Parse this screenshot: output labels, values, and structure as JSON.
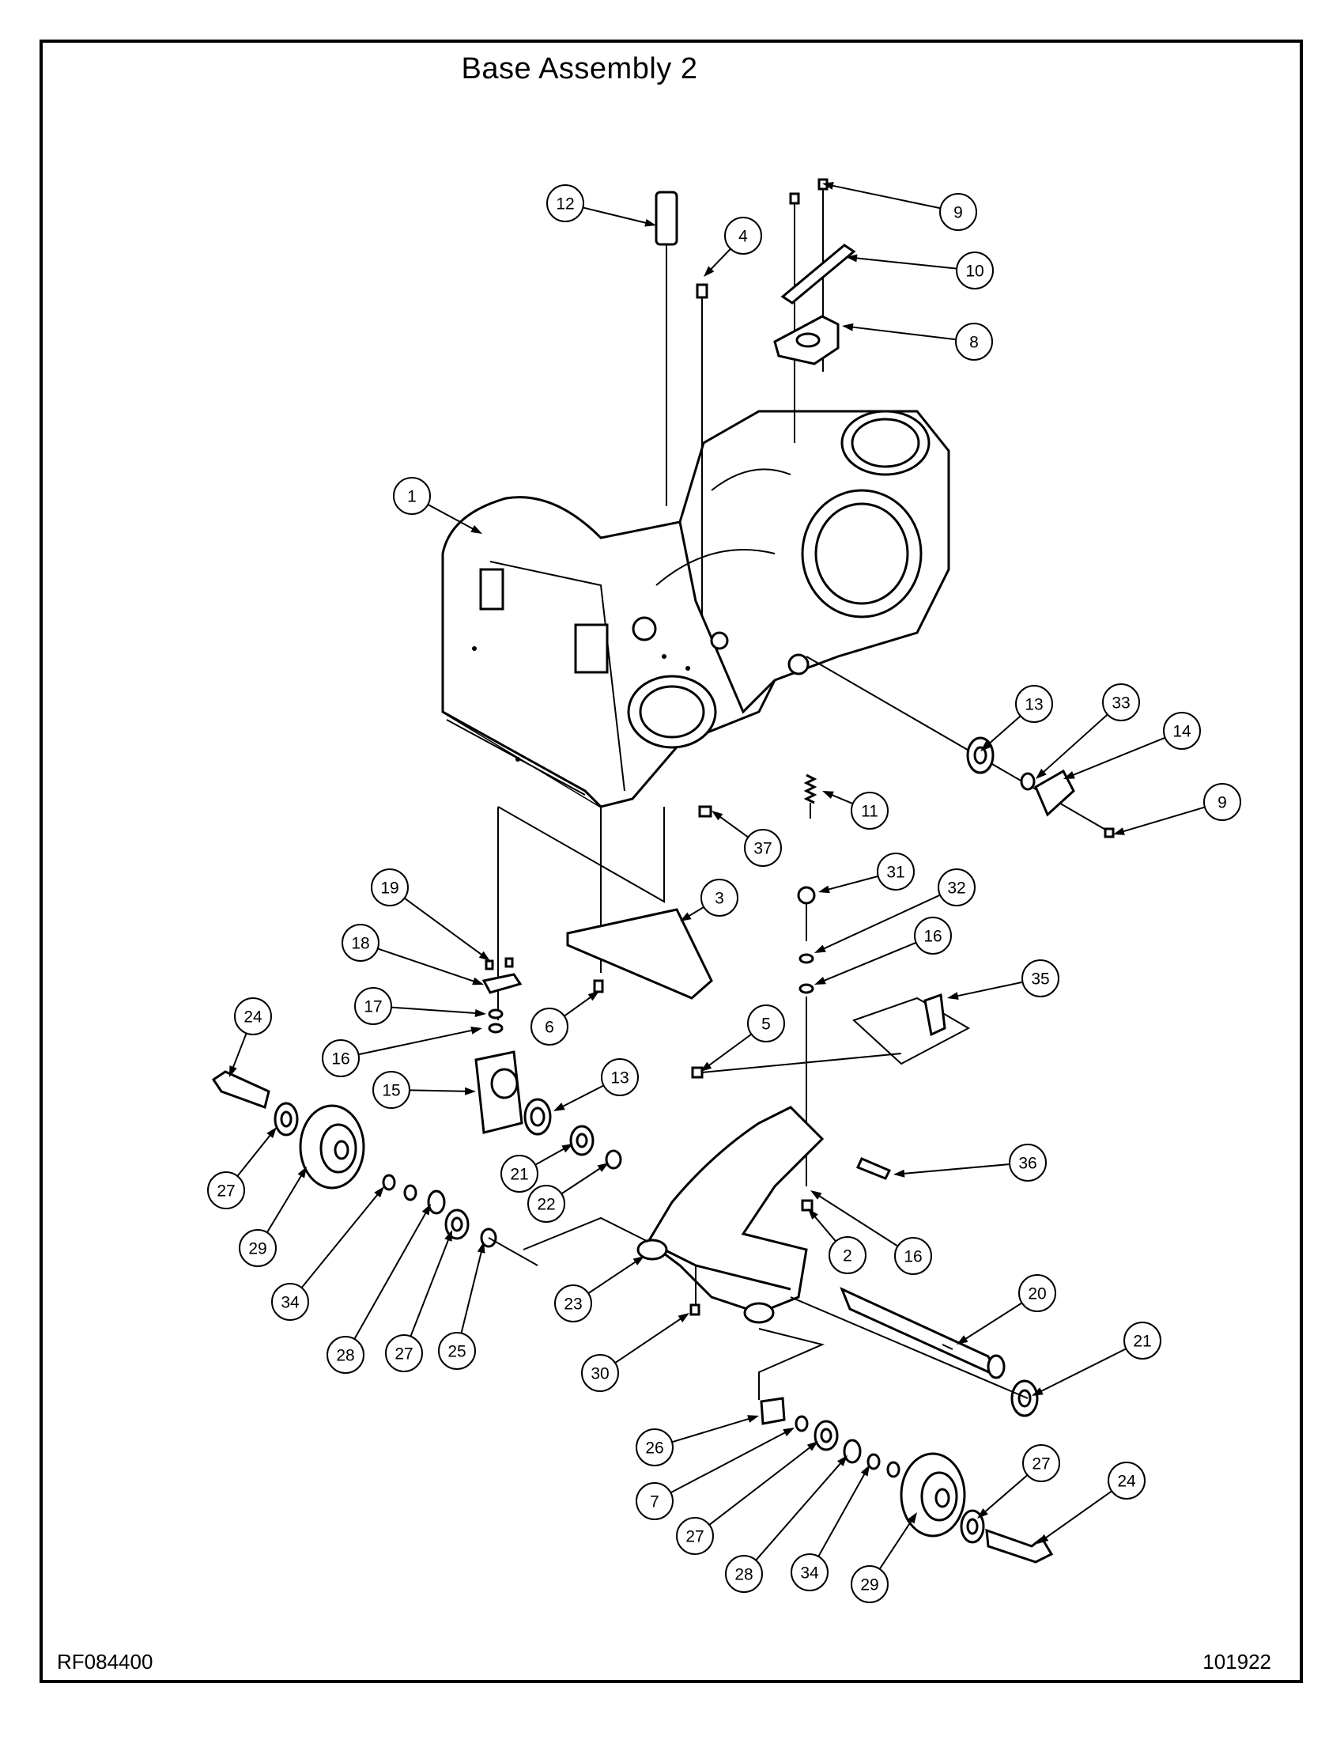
{
  "title": "Base Assembly 2",
  "drawing_number": "RF084400",
  "revision_code": "101922",
  "callouts": [
    {
      "label": "12"
    },
    {
      "label": "4"
    },
    {
      "label": "9"
    },
    {
      "label": "10"
    },
    {
      "label": "8"
    },
    {
      "label": "1"
    },
    {
      "label": "13"
    },
    {
      "label": "33"
    },
    {
      "label": "14"
    },
    {
      "label": "9"
    },
    {
      "label": "11"
    },
    {
      "label": "37"
    },
    {
      "label": "31"
    },
    {
      "label": "32"
    },
    {
      "label": "16"
    },
    {
      "label": "35"
    },
    {
      "label": "3"
    },
    {
      "label": "19"
    },
    {
      "label": "18"
    },
    {
      "label": "17"
    },
    {
      "label": "16"
    },
    {
      "label": "15"
    },
    {
      "label": "6"
    },
    {
      "label": "5"
    },
    {
      "label": "13"
    },
    {
      "label": "24"
    },
    {
      "label": "27"
    },
    {
      "label": "29"
    },
    {
      "label": "21"
    },
    {
      "label": "22"
    },
    {
      "label": "34"
    },
    {
      "label": "28"
    },
    {
      "label": "27"
    },
    {
      "label": "25"
    },
    {
      "label": "36"
    },
    {
      "label": "16"
    },
    {
      "label": "2"
    },
    {
      "label": "23"
    },
    {
      "label": "20"
    },
    {
      "label": "21"
    },
    {
      "label": "30"
    },
    {
      "label": "26"
    },
    {
      "label": "7"
    },
    {
      "label": "27"
    },
    {
      "label": "28"
    },
    {
      "label": "34"
    },
    {
      "label": "29"
    },
    {
      "label": "27"
    },
    {
      "label": "24"
    }
  ]
}
